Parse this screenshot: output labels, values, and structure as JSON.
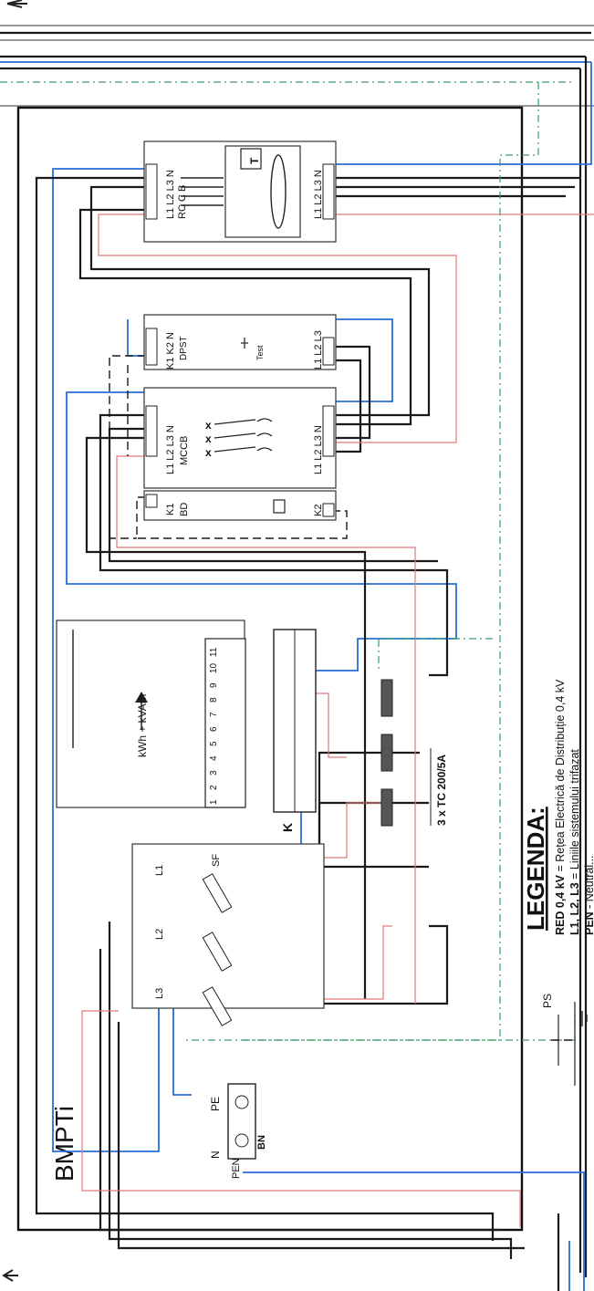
{
  "enclosure_label": "BMPTi",
  "pen_block": {
    "n": "N",
    "pe": "PE",
    "pen": "PEN",
    "bn": "BN"
  },
  "surge": {
    "ps": "PS"
  },
  "fuses": {
    "sf": "SF",
    "l1": "L1",
    "l2": "L2",
    "l3": "L3"
  },
  "meter": {
    "label": "kWh + kVArh",
    "k": "K",
    "terminals": [
      "1",
      "2",
      "3",
      "4",
      "5",
      "6",
      "7",
      "8",
      "9",
      "10",
      "11"
    ]
  },
  "ct": {
    "label": "3 x TC 200/5A"
  },
  "bd": {
    "k1": "K1",
    "k2": "K2",
    "label": "BD"
  },
  "mccb": {
    "top": "L1 L2 L3 N",
    "label": "MCCB",
    "bottom": "L1 L2 L3 N"
  },
  "dpst": {
    "top": "K1 K2 N",
    "label": "DPST",
    "test": "Test",
    "bottom": "L1 L2 L3"
  },
  "rcb": {
    "top": "L1 L2 L3 N",
    "label": "RC C B",
    "bottom": "L1 L2 L3 N",
    "t": "T"
  },
  "legend": {
    "title": "LEGENDA:",
    "line1_key": "RED 0,4 kV",
    "line1_text": " = Rețea Electrică de Distribuție 0,4 kV",
    "line2_key": "L1, L2, L3",
    "line2_text": " = Liniile sistemului trifazat",
    "line3_key": "PEN",
    "line3_text": " - Neutral..."
  }
}
